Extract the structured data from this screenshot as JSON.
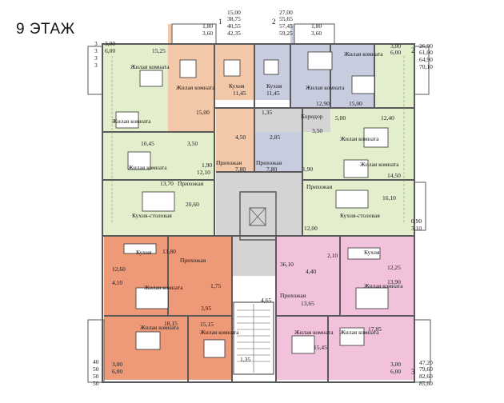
{
  "floor_title": "9 ЭТАЖ",
  "colors": {
    "green": "#e3efcc",
    "peach": "#f3c8a8",
    "lavender": "#c8ccdf",
    "orange": "#ee9a78",
    "pink": "#f2c2dc",
    "gray": "#d4d4d4",
    "wall": "#5a5a5a",
    "balcony": "#ffffff"
  },
  "apartment_1": {
    "number": "1",
    "areas": [
      "15,00",
      "38,75",
      "40,55",
      "42,35"
    ],
    "balcony": [
      "1,80",
      "3,60"
    ]
  },
  "apartment_2a": {
    "number": "2",
    "areas": [
      "27,00",
      "55,65",
      "57,45",
      "59,25"
    ],
    "balcony": [
      "1,80",
      "3,60"
    ]
  },
  "apartment_2b": {
    "number": "2",
    "areas": [
      "26,90",
      "61,00",
      "64,90",
      "70,10"
    ],
    "balcony": [
      "3,00",
      "6,00"
    ]
  },
  "apartment_3": {
    "number": "3",
    "areas": [
      "47,20",
      "79,60",
      "82,60",
      "85,60"
    ],
    "balcony": [
      "3,00",
      "6,00"
    ]
  },
  "left_top_balcony": [
    "3,00",
    "6,00"
  ],
  "left_bottom_balcony": [
    "3,00",
    "6,00"
  ],
  "right_side_balcony": [
    "0,90",
    "3,10"
  ],
  "left_bottom_stack": [
    "40",
    "50",
    "50",
    "50"
  ],
  "left_top_stack": [
    "3",
    "3",
    "3",
    "3"
  ],
  "rooms": {
    "living": "Жилая комната",
    "kitchen": "Кухня",
    "kitchen_dining": "Кухня-столовая",
    "hall": "Прихожая",
    "corridor": "Коридор"
  },
  "values": {
    "v_15_25": "15,25",
    "v_15_00_a": "15,00",
    "v_11_45_a": "11,45",
    "v_11_45_b": "11,45",
    "v_12_90": "12,90",
    "v_15_00_b": "15,00",
    "v_10_45": "10,45",
    "v_3_50_a": "3,50",
    "v_1_90_a": "1,90",
    "v_12_10": "12,10",
    "v_13_70": "13,70",
    "v_20_60": "20,60",
    "v_1_35": "1,35",
    "v_4_50": "4,50",
    "v_2_85": "2,85",
    "v_7_80_a": "7,80",
    "v_7_80_b": "7,80",
    "v_5_00": "5,00",
    "v_3_50_b": "3,50",
    "v_12_40": "12,40",
    "v_1_90_b": "1,90",
    "v_14_50": "14,50",
    "v_16_10": "16,10",
    "v_12_00": "12,00",
    "v_13_80": "13,80",
    "v_12_60": "12,60",
    "v_4_10": "4,10",
    "v_1_75": "1,75",
    "v_3_95": "3,95",
    "v_36_10": "36,10",
    "v_2_10": "2,10",
    "v_12_25": "12,25",
    "v_4_40": "4,40",
    "v_13_90": "13,90",
    "v_13_65": "13,65",
    "v_4_65": "4,65",
    "v_18_15": "18,15",
    "v_15_15": "15,15",
    "v_15_45": "15,45",
    "v_17_85": "17,85",
    "v_1_35_b": "1,35"
  }
}
